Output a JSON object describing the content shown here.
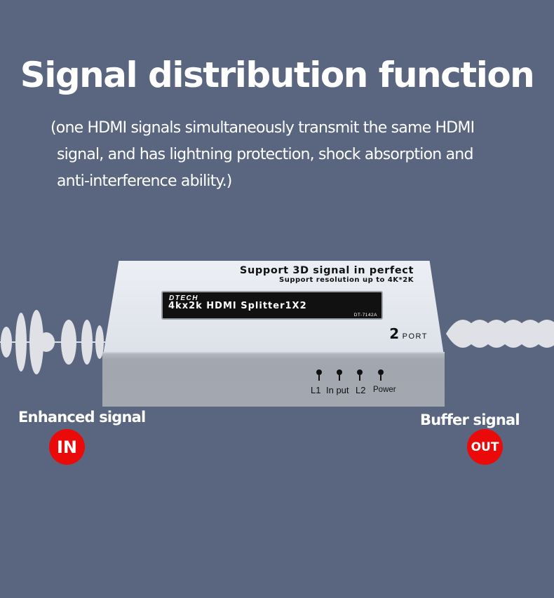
{
  "header": {
    "title": "Signal distribution function",
    "description_lines": [
      "(one HDMI signals simultaneously transmit the same HDMI",
      "signal, and has lightning protection, shock absorption and",
      "anti-interference ability.)"
    ]
  },
  "device": {
    "tagline": "Support 3D signal in perfect",
    "subtagline": "Support resolution up to 4K*2K",
    "brand": "DTECH",
    "model_name": "4kx2k HDMI Splitter1X2",
    "model_code": "DT-7142A",
    "port_count": "2",
    "port_word": "PORT",
    "indicators": [
      "L1",
      "In put",
      "L2",
      "Power"
    ]
  },
  "signals": {
    "input_label": "Enhanced signal",
    "input_badge": "IN",
    "output_label": "Buffer signal",
    "output_badge": "OUT"
  },
  "colors": {
    "background": "#5a667f",
    "badge": "#ea0a0a",
    "wave": "#dfe1e7",
    "device_top": "#e3e7ee",
    "device_front": "#a3a7af"
  }
}
